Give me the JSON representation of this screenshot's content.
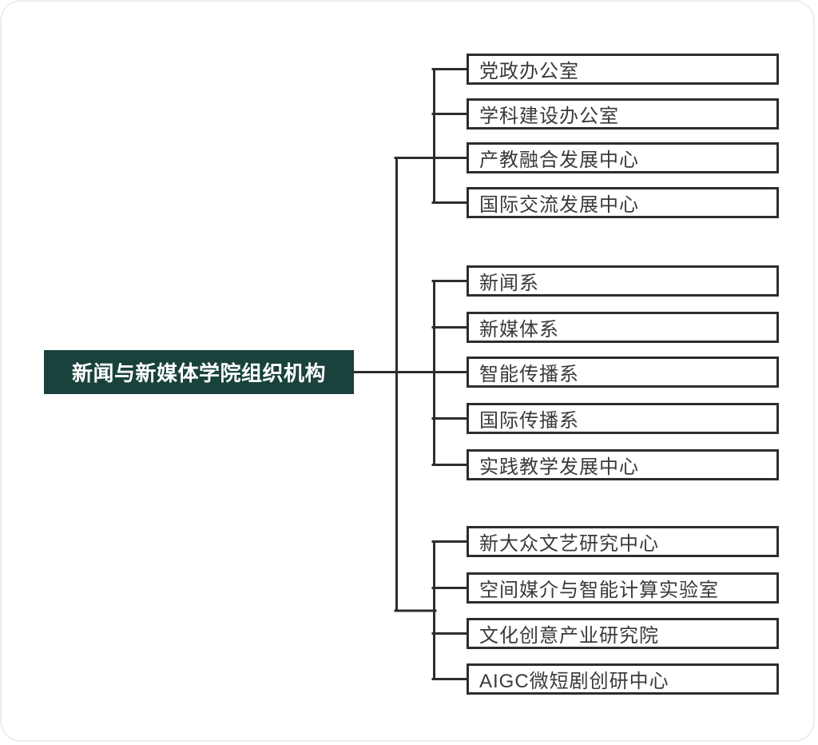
{
  "root": {
    "label": "新闻与新媒体学院组织机构"
  },
  "groups": [
    {
      "items": [
        "党政办公室",
        "学科建设办公室",
        "产教融合发展中心",
        "国际交流发展中心"
      ]
    },
    {
      "items": [
        "新闻系",
        "新媒体系",
        "智能传播系",
        "国际传播系",
        "实践教学发展中心"
      ]
    },
    {
      "items": [
        "新大众文艺研究中心",
        "空间媒介与智能计算实验室",
        "文化创意产业研究院",
        "AIGC微短剧创研中心"
      ]
    }
  ],
  "colors": {
    "root_bg": "#1a423d",
    "root_text": "#ffffff",
    "line": "#2d2d2d",
    "box_border": "#2d2d2d",
    "box_text": "#3a3a3a",
    "page_frame": "#ededed",
    "background": "#ffffff"
  }
}
